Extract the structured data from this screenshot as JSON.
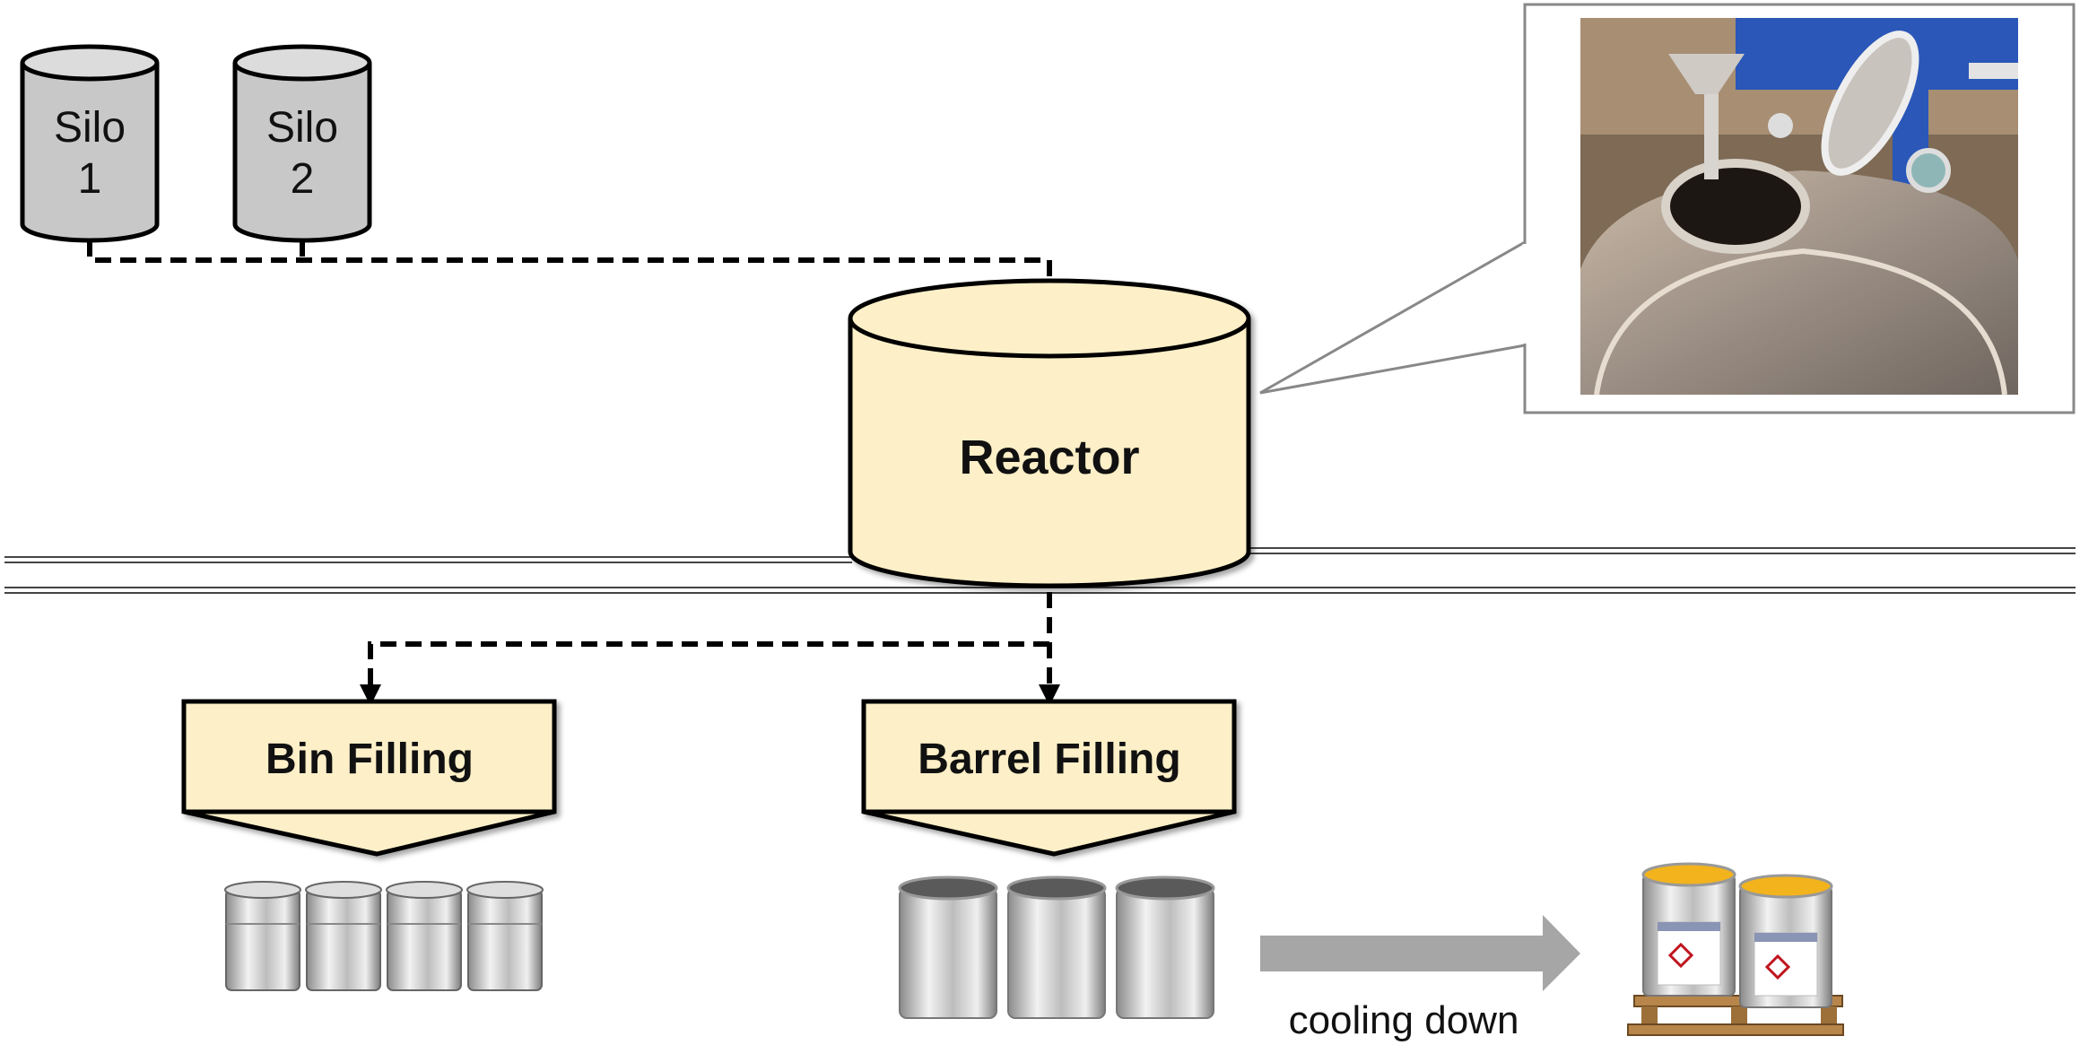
{
  "silos": [
    {
      "line1": "Silo",
      "line2": "1"
    },
    {
      "line1": "Silo",
      "line2": "2"
    }
  ],
  "reactor": {
    "label": "Reactor"
  },
  "filling": {
    "bin": "Bin Filling",
    "barrel": "Barrel Filling"
  },
  "flow": {
    "cooling_label": "cooling down"
  },
  "colors": {
    "silo_fill": "#c8c8c8",
    "process_fill": "#fdefc7",
    "arrow_gray": "#a6a6a6",
    "outline": "#000000"
  },
  "icons": {
    "reactor_photo": "reactor-vessel-photo",
    "bins": "metal-bin-icon",
    "barrels": "metal-barrel-icon",
    "pallet": "pallet-with-labeled-barrels-icon"
  }
}
